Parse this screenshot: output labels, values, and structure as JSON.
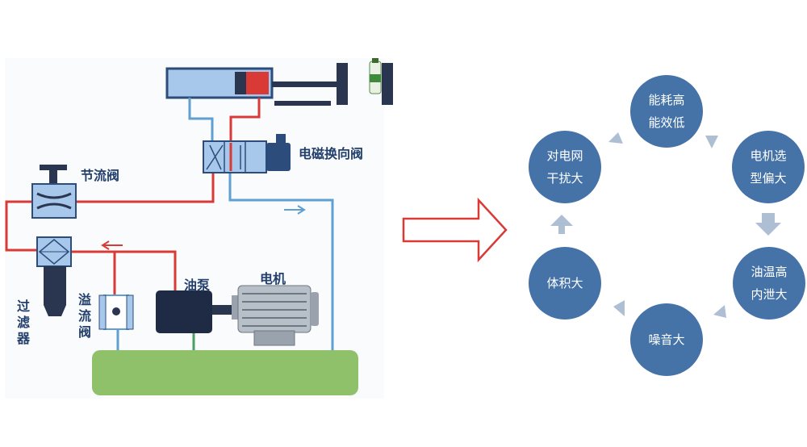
{
  "hydraulic": {
    "solenoid_valve_label": "电磁换向阀",
    "throttle_valve_label": "节流阀",
    "filter_label": "过滤器",
    "relief_valve_label": "溢流阀",
    "oil_pump_label": "油泵",
    "motor_label": "电机"
  },
  "cycle": {
    "nodes": [
      {
        "line1": "能耗高",
        "line2": "能效低"
      },
      {
        "line1": "电机选",
        "line2": "型偏大"
      },
      {
        "line1": "油温高",
        "line2": "内泄大"
      },
      {
        "line1": "噪音大",
        "line2": ""
      },
      {
        "line1": "体积大",
        "line2": ""
      },
      {
        "line1": "对电网",
        "line2": "干扰大"
      }
    ]
  },
  "colors": {
    "pressure_line": "#d93a36",
    "return_line": "#5f9fd1",
    "node_fill": "#4573a8",
    "cycle_arrow": "#aebfd3",
    "tank": "#8fc06a"
  }
}
